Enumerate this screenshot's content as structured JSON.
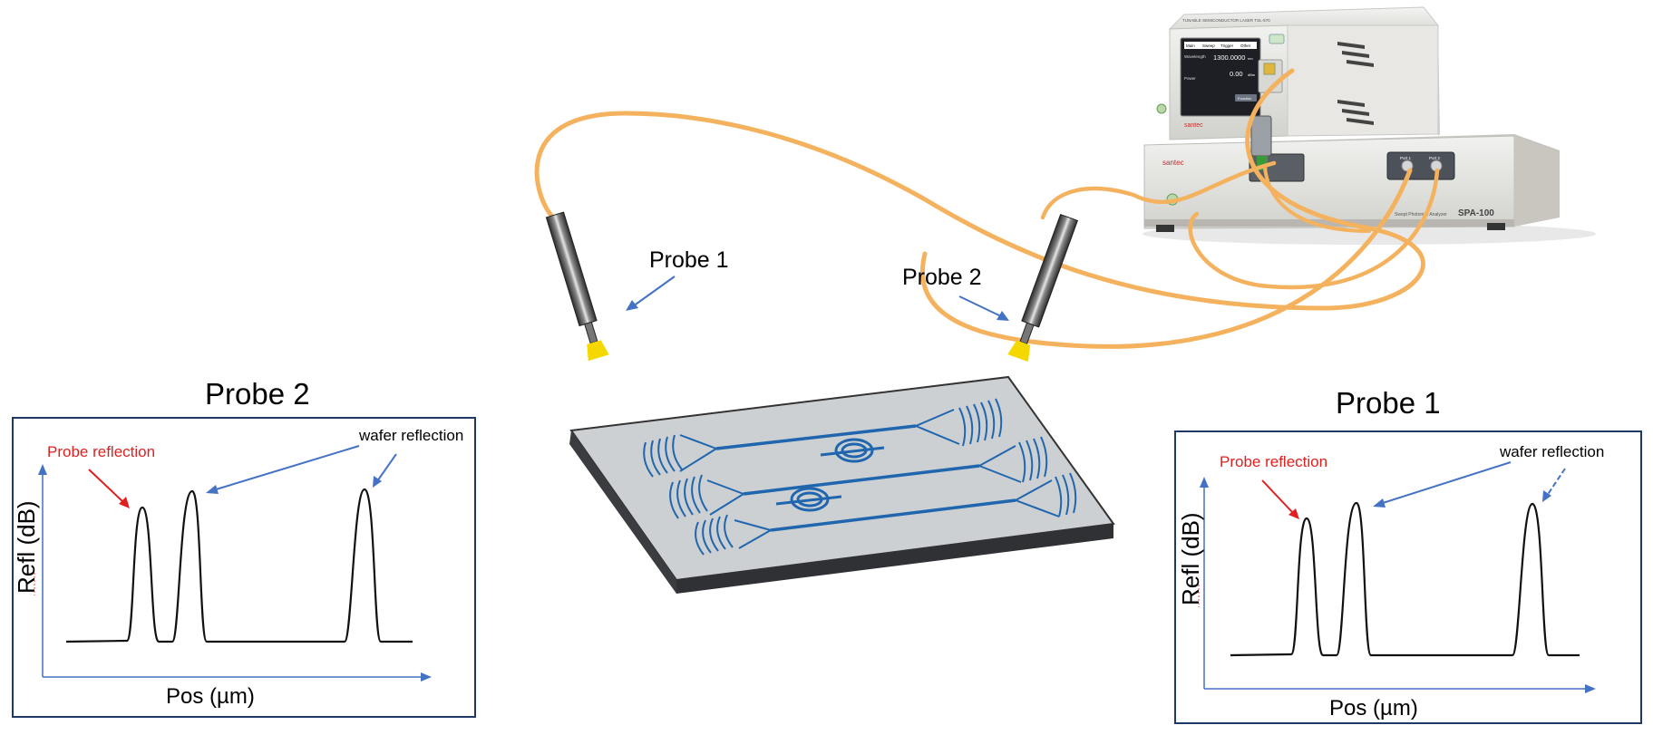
{
  "labels": {
    "probe1_callout": "Probe 1",
    "probe2_callout": "Probe 2"
  },
  "instrument": {
    "laser": {
      "header": "TUNABLE SEMICONDUCTOR LASER  TSL-570",
      "tabs": [
        "Main",
        "Sweep",
        "Trigger",
        "Other"
      ],
      "wavelength_label": "Wavelength",
      "wavelength_value": "1300.0000",
      "wavelength_unit": "nm",
      "power_label": "Power",
      "power_value": "0.00",
      "power_unit": "dBm",
      "function_button": "Function",
      "brand": "santec"
    },
    "analyzer": {
      "brand": "santec",
      "model": "SPA-100",
      "description": "Swept Photonics Analyzer",
      "port1": "Port 1",
      "port2": "Port 2"
    }
  },
  "graphs": {
    "left": {
      "title": "Probe 2",
      "probe_reflection": "Probe reflection",
      "wafer_reflection": "wafer reflection",
      "ylabel": "Refl (dB)",
      "xlabel": "Pos (µm)"
    },
    "right": {
      "title": "Probe 1",
      "probe_reflection": "Probe reflection",
      "wafer_reflection": "wafer reflection",
      "ylabel": "Refl (dB)",
      "xlabel": "Pos (µm)"
    }
  },
  "colors": {
    "fiber": "#F5B25E",
    "chip_top": "#CDD0D3",
    "chip_side": "#3A3C3F",
    "waveguide": "#1F66AE",
    "frame": "#1F3864",
    "axis": "#4472C4",
    "arrow_blue": "#4472C4",
    "arrow_red": "#E02020",
    "probe_tip": "#F5D800"
  }
}
